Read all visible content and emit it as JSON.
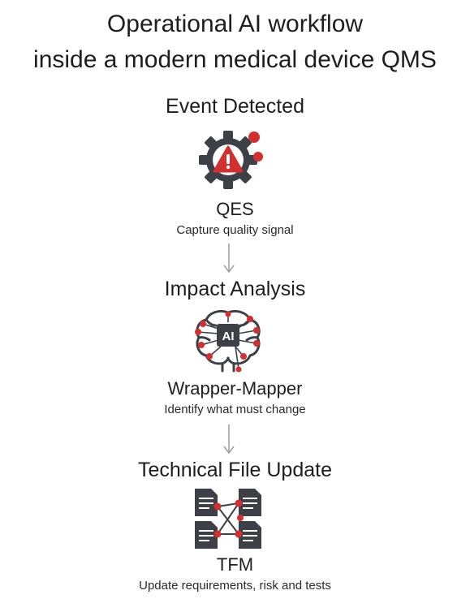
{
  "title": {
    "line1": "Operational AI workflow",
    "line2": "inside a modern medical device QMS"
  },
  "stages": [
    {
      "heading": "Event Detected",
      "name": "QES",
      "description": "Capture quality signal",
      "icon": "gear-alert-icon"
    },
    {
      "heading": "Impact Analysis",
      "name": "Wrapper-Mapper",
      "description": "Identify what must change",
      "icon": "ai-brain-icon",
      "icon_text": "AI"
    },
    {
      "heading": "Technical File Update",
      "name": "TFM",
      "description": "Update requirements, risk and tests",
      "icon": "linked-documents-icon"
    }
  ],
  "colors": {
    "accent": "#d32f2f",
    "icon_dark": "#3d4147",
    "arrow": "#9e9e9e",
    "text": "#1e1e1e"
  }
}
